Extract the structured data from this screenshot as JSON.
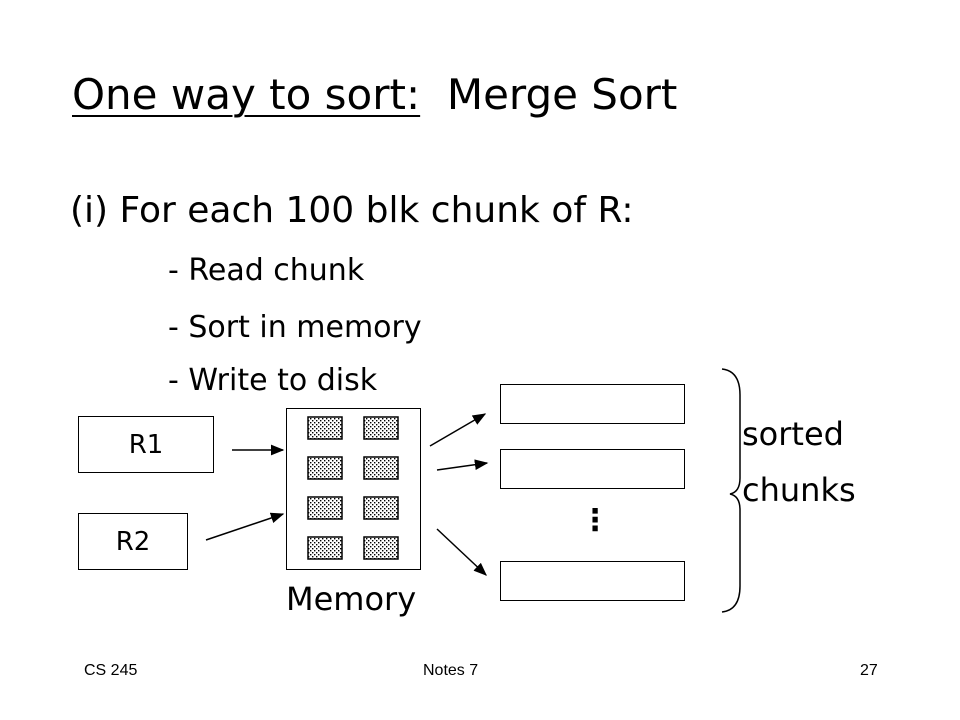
{
  "title": {
    "underlined": "One way to sort:",
    "rest": "Merge Sort"
  },
  "step": "(i) For each 100 blk chunk of R:",
  "substeps": [
    "- Read chunk",
    "- Sort in memory",
    "- Write to disk"
  ],
  "diagram": {
    "inputs": [
      "R1",
      "R2"
    ],
    "memory_label": "Memory",
    "ellipsis": "⋮",
    "brace_labels": [
      "sorted",
      "chunks"
    ]
  },
  "footer": {
    "left": "CS 245",
    "center": "Notes 7",
    "right": "27"
  }
}
